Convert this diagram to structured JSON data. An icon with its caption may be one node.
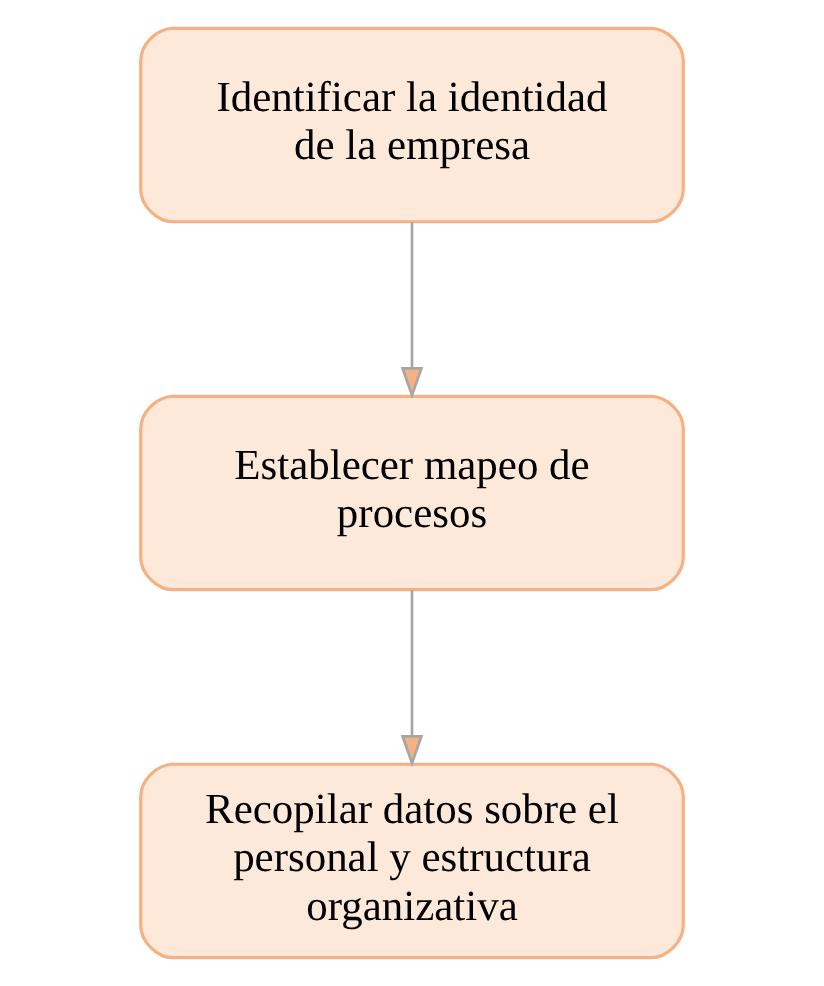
{
  "diagram": {
    "nodes": [
      {
        "text": [
          "Identificar la identidad de la empresa"
        ]
      },
      {
        "text": [
          "Establecer mapeo de procesos"
        ]
      },
      {
        "text": [
          "Recopilar datos sobre el personal y estructura organizativa"
        ]
      }
    ],
    "edges": [
      {
        "from": 0,
        "to": 1,
        "arrow": "to"
      },
      {
        "from": 1,
        "to": 2,
        "arrow": "to"
      }
    ]
  }
}
